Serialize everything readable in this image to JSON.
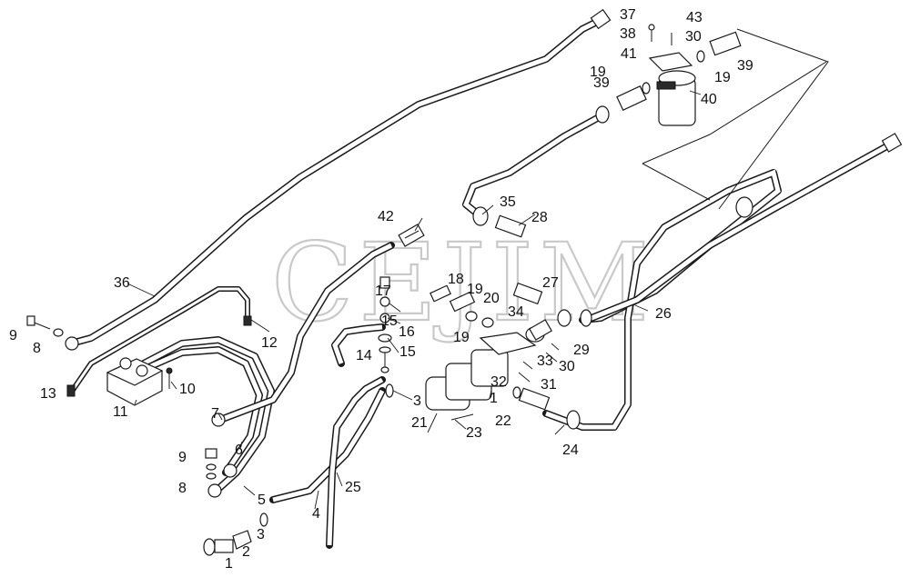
{
  "watermark": "CEJIM",
  "labels": [
    "1",
    "2",
    "3",
    "3",
    "4",
    "5",
    "6",
    "7",
    "8",
    "8",
    "9",
    "9",
    "10",
    "11",
    "12",
    "13",
    "14",
    "15",
    "15",
    "16",
    "17",
    "18",
    "19",
    "19",
    "19",
    "19",
    "20",
    "21",
    "22",
    "23",
    "24",
    "25",
    "26",
    "27",
    "28",
    "29",
    "30",
    "30",
    "31",
    "32",
    "33",
    "34",
    "35",
    "36",
    "37",
    "38",
    "39",
    "39",
    "40",
    "41",
    "42",
    "43",
    "1"
  ]
}
